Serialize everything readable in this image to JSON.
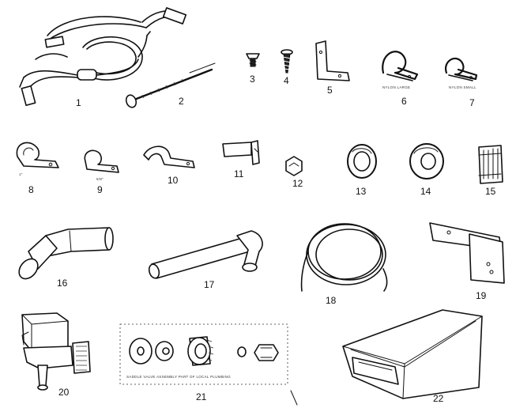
{
  "parts": [
    {
      "id": "p1",
      "label": "1",
      "name": "wire-harness"
    },
    {
      "id": "p2",
      "label": "2",
      "name": "cable-tie"
    },
    {
      "id": "p3",
      "label": "3",
      "name": "screw"
    },
    {
      "id": "p4",
      "label": "4",
      "name": "wood-screw"
    },
    {
      "id": "p5",
      "label": "5",
      "name": "angle-bracket"
    },
    {
      "id": "p6",
      "label": "6",
      "name": "clamp-large",
      "caption": "NYLON LARGE"
    },
    {
      "id": "p7",
      "label": "7",
      "name": "clamp-small",
      "caption": "NYLON SMALL"
    },
    {
      "id": "p8",
      "label": "8",
      "name": "clamp",
      "caption": "1\""
    },
    {
      "id": "p9",
      "label": "9",
      "name": "clamp",
      "caption": "5/8\""
    },
    {
      "id": "p10",
      "label": "10",
      "name": "clamp"
    },
    {
      "id": "p11",
      "label": "11",
      "name": "clip"
    },
    {
      "id": "p12",
      "label": "12",
      "name": "nut"
    },
    {
      "id": "p13",
      "label": "13",
      "name": "grommet"
    },
    {
      "id": "p14",
      "label": "14",
      "name": "grommet"
    },
    {
      "id": "p15",
      "label": "15",
      "name": "grille"
    },
    {
      "id": "p16",
      "label": "16",
      "name": "elbow-tube"
    },
    {
      "id": "p17",
      "label": "17",
      "name": "fill-tube"
    },
    {
      "id": "p18",
      "label": "18",
      "name": "water-tubing"
    },
    {
      "id": "p19",
      "label": "19",
      "name": "mounting-bracket"
    },
    {
      "id": "p20",
      "label": "20",
      "name": "water-valve"
    },
    {
      "id": "p21",
      "label": "21",
      "name": "compression-fitting-kit",
      "caption": "SADDLE VALVE ASSEMBLY  PART OF LOCAL PLUMBING"
    },
    {
      "id": "p22",
      "label": "22",
      "name": "ice-bin"
    }
  ],
  "style": {
    "line_color": "#111111",
    "background": "#ffffff"
  }
}
